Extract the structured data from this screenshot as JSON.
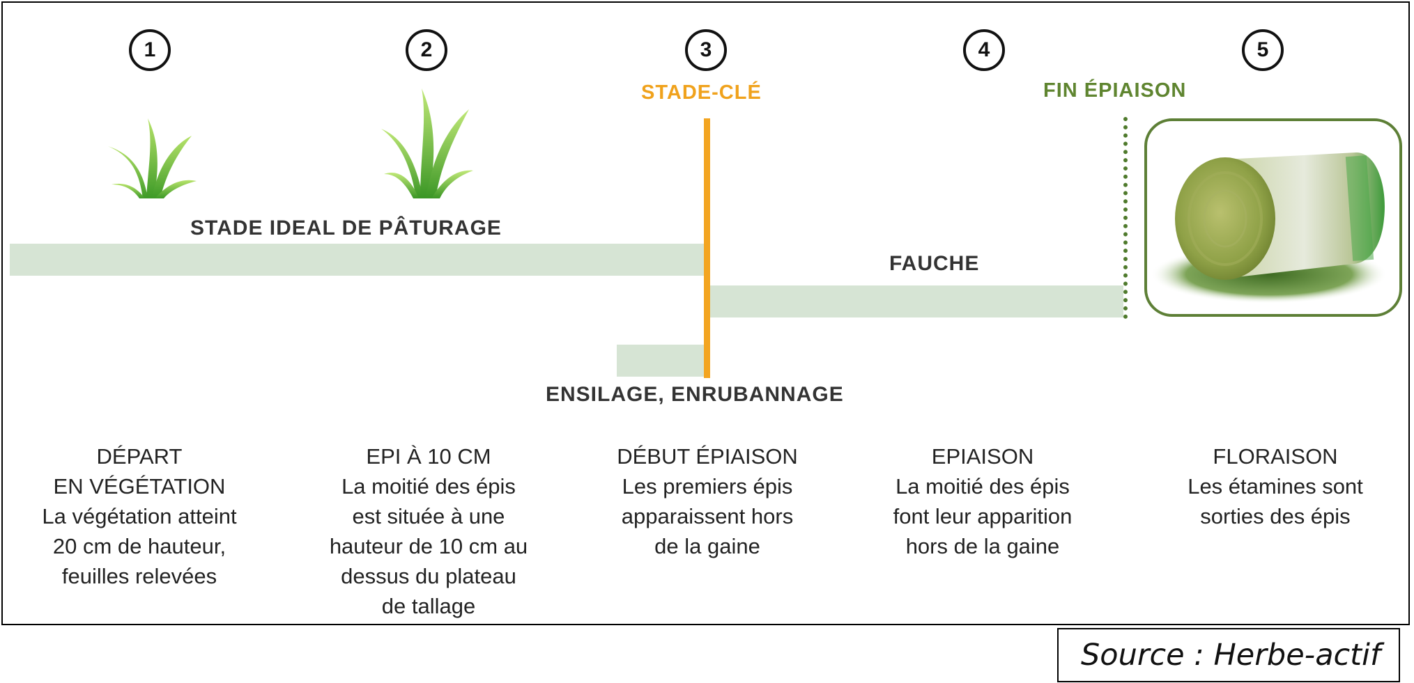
{
  "stages": [
    {
      "number": "1",
      "title": "DÉPART",
      "lines": [
        "EN VÉGÉTATION",
        "La végétation atteint",
        "20 cm de hauteur,",
        "feuilles relevées"
      ]
    },
    {
      "number": "2",
      "title": "EPI À 10 CM",
      "lines": [
        "La moitié des épis",
        "est située à une",
        "hauteur de 10 cm au",
        "dessus du plateau",
        "de tallage"
      ]
    },
    {
      "number": "3",
      "title": "DÉBUT ÉPIAISON",
      "lines": [
        "Les premiers épis",
        "apparaissent hors",
        "de la gaine"
      ]
    },
    {
      "number": "4",
      "title": "EPIAISON",
      "lines": [
        "La moitié des épis",
        "font leur apparition",
        "hors de la gaine"
      ]
    },
    {
      "number": "5",
      "title": "FLORAISON",
      "lines": [
        "Les étamines sont",
        "sorties des épis"
      ]
    }
  ],
  "markers": {
    "key_stage": "STADE-CLÉ",
    "end_heading": "FIN ÉPIAISON"
  },
  "phases": {
    "grazing": "STADE IDEAL DE PÂTURAGE",
    "mowing": "FAUCHE",
    "silage": "ENSILAGE, ENRUBANNAGE"
  },
  "source": "Source : Herbe-actif",
  "colors": {
    "key_stage": "#f3a521",
    "end_heading": "#5f8530",
    "phase_bar": "#d6e4d4",
    "grass": "#6cc23a"
  }
}
